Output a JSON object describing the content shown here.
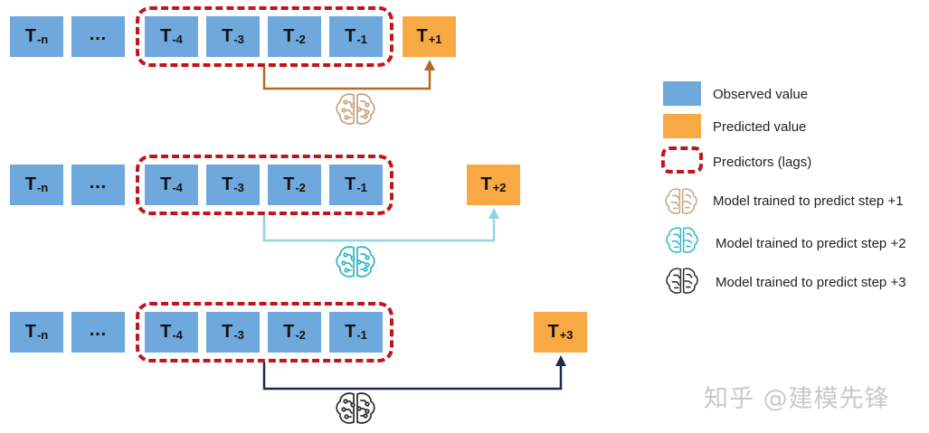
{
  "colors": {
    "observed": "#6fa8dc",
    "predicted": "#f9a944",
    "lags_border": "#c0161b",
    "brain_step1": "#c9a585",
    "brain_step2": "#36b8c9",
    "brain_step3": "#333333",
    "arrow_step1": "#b56a1f",
    "arrow_step2": "#8fd6e0",
    "arrow_step3": "#1d2b4a"
  },
  "rows": [
    {
      "cells": [
        {
          "main": "T",
          "sub": "-n"
        },
        {
          "main": "…",
          "sub": ""
        },
        {
          "main": "T",
          "sub": "-4"
        },
        {
          "main": "T",
          "sub": "-3"
        },
        {
          "main": "T",
          "sub": "-2"
        },
        {
          "main": "T",
          "sub": "-1"
        }
      ],
      "target": {
        "main": "T",
        "sub": "+1"
      },
      "icon": "brain-circuit-icon"
    },
    {
      "cells": [
        {
          "main": "T",
          "sub": "-n"
        },
        {
          "main": "…",
          "sub": ""
        },
        {
          "main": "T",
          "sub": "-4"
        },
        {
          "main": "T",
          "sub": "-3"
        },
        {
          "main": "T",
          "sub": "-2"
        },
        {
          "main": "T",
          "sub": "-1"
        }
      ],
      "target": {
        "main": "T",
        "sub": "+2"
      },
      "icon": "brain-circuit-icon"
    },
    {
      "cells": [
        {
          "main": "T",
          "sub": "-n"
        },
        {
          "main": "…",
          "sub": ""
        },
        {
          "main": "T",
          "sub": "-4"
        },
        {
          "main": "T",
          "sub": "-3"
        },
        {
          "main": "T",
          "sub": "-2"
        },
        {
          "main": "T",
          "sub": "-1"
        }
      ],
      "target": {
        "main": "T",
        "sub": "+3"
      },
      "icon": "brain-circuit-icon"
    }
  ],
  "legend": {
    "observed": "Observed value",
    "predicted": "Predicted value",
    "predictors": "Predictors (lags)",
    "model1": "Model trained to predict step +1",
    "model2": "Model trained to predict step +2",
    "model3": "Model trained to predict step +3"
  },
  "watermark": "知乎 @建模先锋"
}
